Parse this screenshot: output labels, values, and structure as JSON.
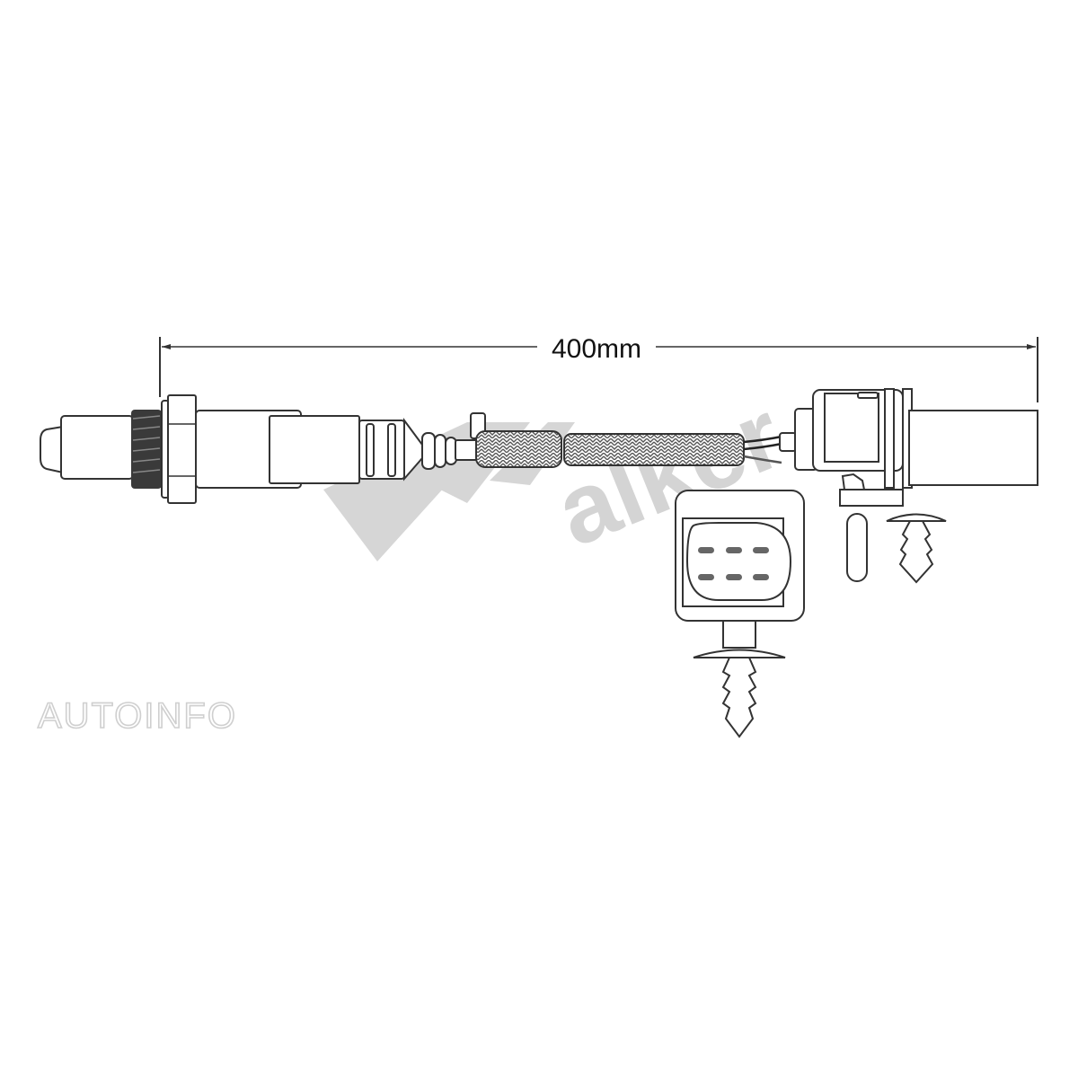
{
  "diagram": {
    "dimension_label": "400mm",
    "colors": {
      "line": "#333333",
      "watermark": "#d4d4d4",
      "braid": "#555555"
    },
    "connector_pin_count": 6
  },
  "watermarks": {
    "brand_logo": "Walker",
    "site_logo": "AUTOINFO"
  }
}
